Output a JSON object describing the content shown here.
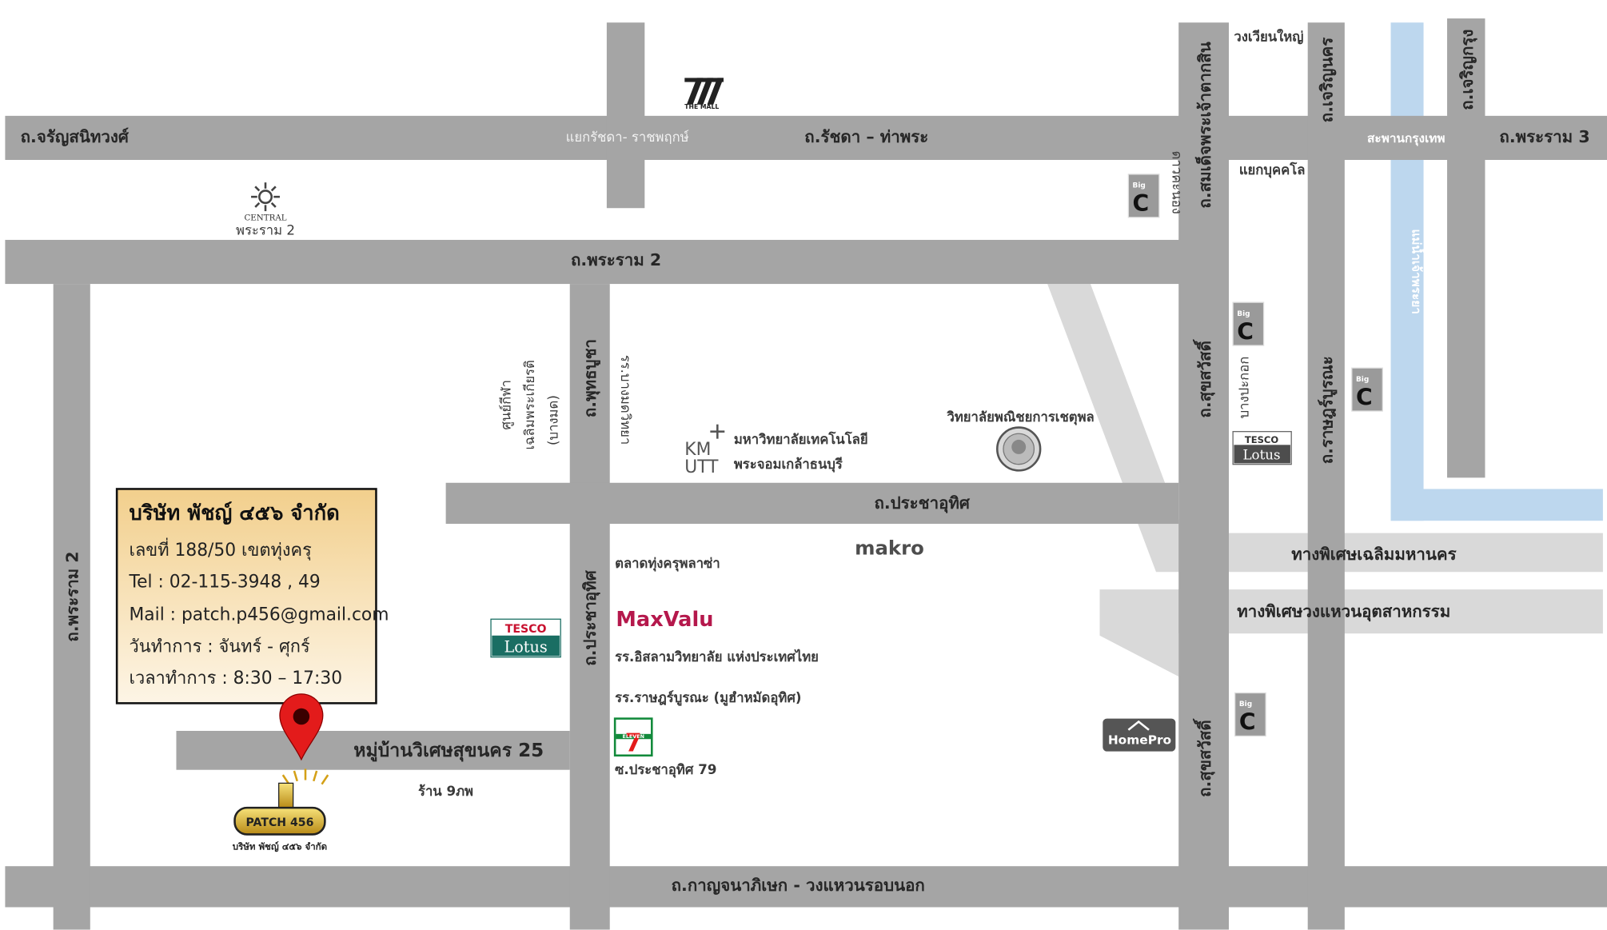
{
  "roads": {
    "charansanitwong": "ถ.จรัญสนิทวงศ์",
    "ratchada_thapra": "ถ.รัชดา – ท่าพระ",
    "rama3": "ถ.พระราม 3",
    "rama2_top": "ถ.พระราม 2",
    "rama2_left": "ถ.พระราม 2",
    "putthabucha": "ถ.พุทธบูชา",
    "prachautit_h": "ถ.ประชาอุทิศ",
    "prachautit_v": "ถ.ประชาอุทิศ",
    "somdet_taksin": "ถ.สมเด็จพระเจ้าตากสิน",
    "charoen_nakhon": "ถ.เจริญนคร",
    "charoen_krung": "ถ.เจริญกรุง",
    "suksawat_1": "ถ.สุขสวัสดิ์",
    "suksawat_2": "ถ.สุขสวัสดิ์",
    "rat_burana": "ถ.ราษฎร์บูรณะ",
    "kanchanaphisek": "ถ.กาญจนาภิเษก - วงแหวนรอบนอก",
    "chaloem_mahanakhon": "ทางพิเศษเฉลิมมหานคร",
    "wongwaen_utsahakam": "ทางพิเศษวงแหวนอุตสาหกรรม",
    "village": "หมู่บ้านวิเศษสุขนคร 25"
  },
  "labels": {
    "ratchada_intersection": "แยกรัชดา- ราชพฤกษ์",
    "wongwian_yai": "วงเวียนใหญ่",
    "krungthep_bridge": "สะพานกรุงเทพ",
    "bukkhalo_intersection": "แยกบุคคโล",
    "dao_khanong": "ดาวคะนอง",
    "bang_pakok": "บางปะกอก",
    "chao_phraya": "แม่น้ำเจ้าพระยา",
    "central": "CENTRAL",
    "central_branch": "พระราม 2",
    "mall": "THE MALL",
    "kmutt_line1": "มหาวิทยาลัยเทคโนโลยี",
    "kmutt_line2": "พระจอมเกล้าธนบุรี",
    "chetupon": "วิทยาลัยพณิชยการเชตุพล",
    "sport_center_1": "ศูนย์กีฬา",
    "sport_center_2": "เฉลิมพระเกียรติ",
    "sport_center_3": "(บางมด)",
    "school_vertical": "รร.บางมดวิทยา",
    "thungkru_plaza": "ตลาดทุ่งครุพลาซ่า",
    "islam_school": "รร.อิสลามวิทยาลัย แห่งประเทศไทย",
    "ratburana_school": "รร.ราษฎร์บูรณะ (มูฮำหมัดอุทิศ)",
    "soi79": "ซ.ประชาอุทิศ 79",
    "shop": "ร้าน 9ภพ",
    "company_logo_caption": "บริษัท พัชญ์ ๔๕๖ จำกัด",
    "patch_logo_text": "PATCH 456"
  },
  "brands": {
    "makro": "makro",
    "maxvalu": "MaxValu",
    "tesco": "TESCO",
    "lotus": "Lotus",
    "homepro": "HomePro",
    "big": "Big",
    "kmutt_top": "KM",
    "kmutt_bottom": "UTT",
    "seven_eleven": "7",
    "seven_eleven_small": "ELEVEN"
  },
  "info_box": {
    "title": "บริษัท พัชญ์ ๔๕๖ จำกัด",
    "address": "เลขที่ 188/50 เขตทุ่งครุ",
    "tel": "Tel : 02-115-3948 , 49",
    "mail": "Mail : patch.p456@gmail.com",
    "days": "วันทำการ : จันทร์ - ศุกร์",
    "hours": "เวลาทำการ : 8:30 – 17:30"
  },
  "colors": {
    "road": "#a5a5a5",
    "expressway": "#d9d9d9",
    "river": "#bdd7ee",
    "info_box_top": "#f2cf8c",
    "info_box_bottom": "#fdf5e6",
    "pin": "#e31b1b"
  }
}
